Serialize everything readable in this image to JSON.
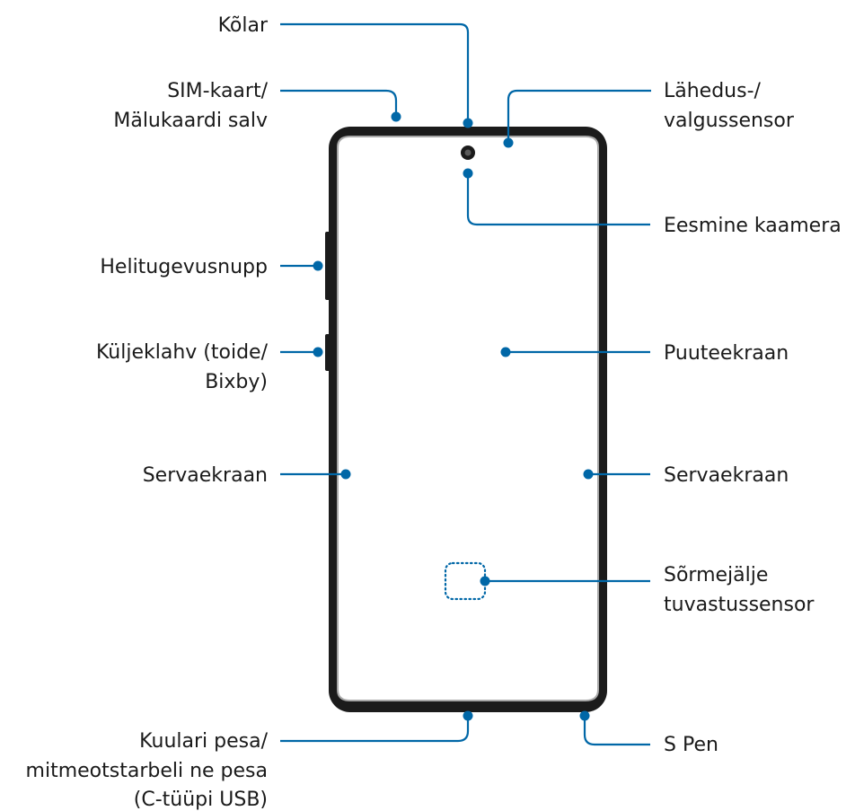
{
  "labels": {
    "kolar": "Kõlar",
    "sim_line1": "SIM-kaart/",
    "sim_line2": "Mälukaardi salv",
    "proximity_line1": "Lähedus-/",
    "proximity_line2": "valgussensor",
    "front_camera": "Eesmine kaamera",
    "volume_key": "Helitugevusnupp",
    "side_key_line1": "Küljeklahv (toide/",
    "side_key_line2": "Bixby)",
    "touchscreen": "Puuteekraan",
    "edge_left": "Servaekraan",
    "edge_right": "Servaekraan",
    "fingerprint_line1": "Sõrmejälje",
    "fingerprint_line2": "tuvastussensor",
    "jack_line1": "Kuulari pesa/",
    "jack_line2": "mitmeotstarbeli ne pesa",
    "jack_line3": "(C-tüüpi USB)",
    "spen": "S Pen"
  },
  "colors": {
    "callout": "#0067a7",
    "phone_frame": "#1b1b1b",
    "phone_body": "#a8a8a8",
    "text": "#1a1a1a"
  }
}
